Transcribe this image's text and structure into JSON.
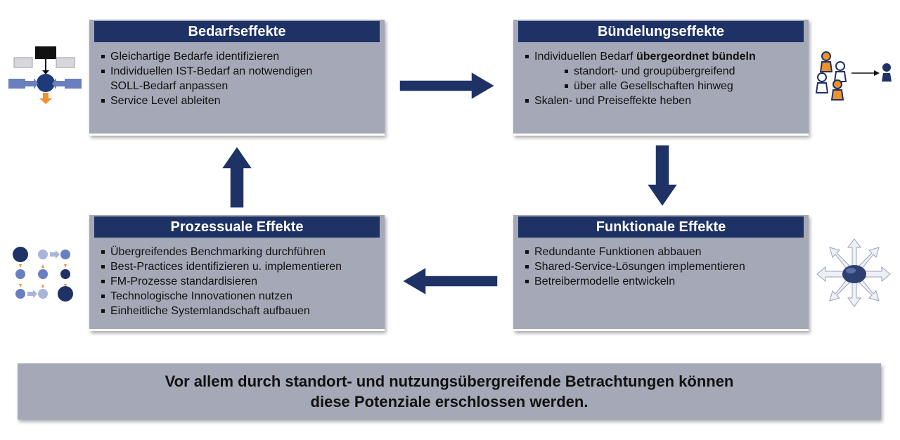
{
  "boxes": {
    "bedarf": {
      "title": "Bedarfseffekte",
      "items": [
        "Gleichartige Bedarfe identifizieren",
        "Individuellen IST-Bedarf an notwendigen",
        "SOLL-Bedarf anpassen",
        "Service Level ableiten"
      ]
    },
    "buendelung": {
      "title": "Bündelungseffekte",
      "item1_normal": "Individuellen Bedarf ",
      "item1_bold": "übergeordnet bündeln",
      "sub1": "standort- und groupübergreifend",
      "sub2": "über alle Gesellschaften hinweg",
      "item2": "Skalen- und Preiseffekte heben"
    },
    "prozess": {
      "title": "Prozessuale Effekte",
      "items": [
        "Übergreifendes Benchmarking durchführen",
        "Best-Practices identifizieren u. implementieren",
        "FM-Prozesse standardisieren",
        "Technologische Innovationen nutzen",
        "Einheitliche Systemlandschaft aufbauen"
      ]
    },
    "funktion": {
      "title": "Funktionale Effekte",
      "items": [
        "Redundante Funktionen abbauen",
        "Shared-Service-Lösungen implementieren",
        "Betreibermodelle  entwickeln"
      ]
    }
  },
  "conclusion": {
    "line1": "Vor allem durch standort- und nutzungsübergreifende Betrachtungen können",
    "line2": "diese Potenziale erschlossen werden."
  },
  "colors": {
    "header": "#1e3266",
    "box": "#a5a8b6",
    "arrow": "#1e3266",
    "accent_orange": "#f0912c",
    "icon_blue": "#2e4a8c",
    "icon_light": "#6a7fc0"
  },
  "icons": [
    "network-hierarchy-icon",
    "people-grouping-icon",
    "process-grid-icon",
    "hub-star-icon"
  ]
}
